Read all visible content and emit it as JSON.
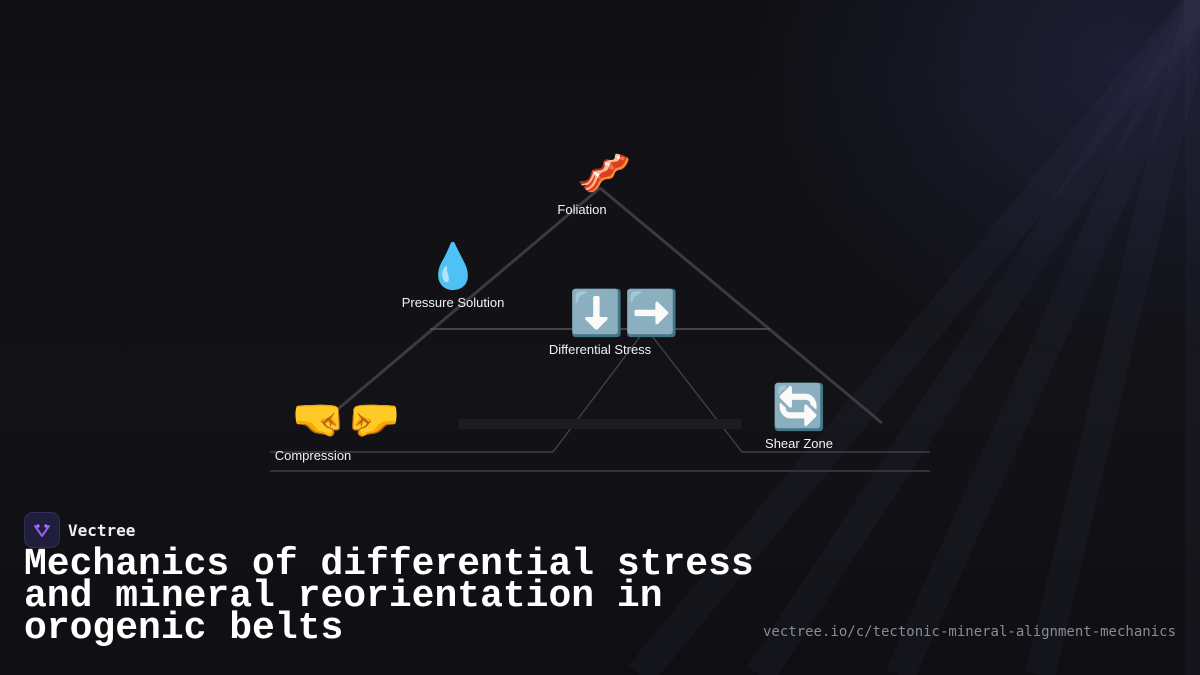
{
  "diagram": {
    "nodes": [
      {
        "id": "foliation",
        "label": "Foliation",
        "emoji": "🥓"
      },
      {
        "id": "pressure-solution",
        "label": "Pressure Solution",
        "emoji": "💧"
      },
      {
        "id": "differential-stress",
        "label": "Differential Stress",
        "emoji": "⬇️➡️"
      },
      {
        "id": "shear-zone",
        "label": "Shear Zone",
        "emoji": "🔄"
      },
      {
        "id": "compression",
        "label": "Compression",
        "emoji": "🤜🤛"
      }
    ]
  },
  "brand": {
    "name": "Vectree"
  },
  "title": "Mechanics of differential stress and mineral reorientation in orogenic belts",
  "url": "vectree.io/c/tectonic-mineral-alignment-mechanics"
}
